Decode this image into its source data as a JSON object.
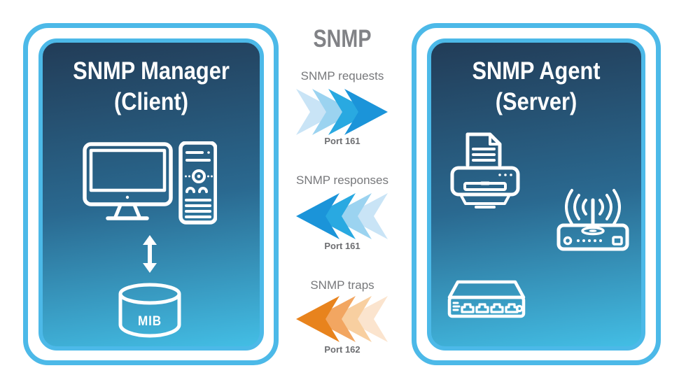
{
  "diagram_title": "SNMP",
  "left_panel": {
    "title_line1": "SNMP Manager",
    "title_line2": "(Client)",
    "mib_label": "MIB",
    "icons": [
      "computer-icon",
      "updown-arrow-icon",
      "mib-database-icon"
    ]
  },
  "right_panel": {
    "title_line1": "SNMP Agent",
    "title_line2": "(Server)",
    "icons": [
      "printer-icon",
      "wireless-router-icon",
      "network-switch-icon"
    ]
  },
  "flows": [
    {
      "label": "SNMP requests",
      "port": "Port 161",
      "direction": "right",
      "arrow_colors": [
        "#C9E4F6",
        "#9BD3F0",
        "#29A9E1",
        "#1B94D9"
      ]
    },
    {
      "label": "SNMP responses",
      "port": "Port 161",
      "direction": "left",
      "arrow_colors": [
        "#1B94D9",
        "#29A9E1",
        "#9BD3F0",
        "#C9E4F6"
      ]
    },
    {
      "label": "SNMP traps",
      "port": "Port 162",
      "direction": "left",
      "arrow_colors": [
        "#E8831D",
        "#F2A661",
        "#F8CFA0",
        "#FBE4CE"
      ]
    }
  ],
  "colors": {
    "panel_border": "#4CB9E8",
    "panel_gradient_top": "#223C57",
    "panel_gradient_mid": "#2A6990",
    "panel_gradient_bottom": "#43BEE5",
    "center_title": "#818286",
    "flow_label": "#77787B",
    "port_label": "#6D6E71",
    "icon_stroke": "#FFFFFF",
    "background": "#FFFFFF"
  }
}
